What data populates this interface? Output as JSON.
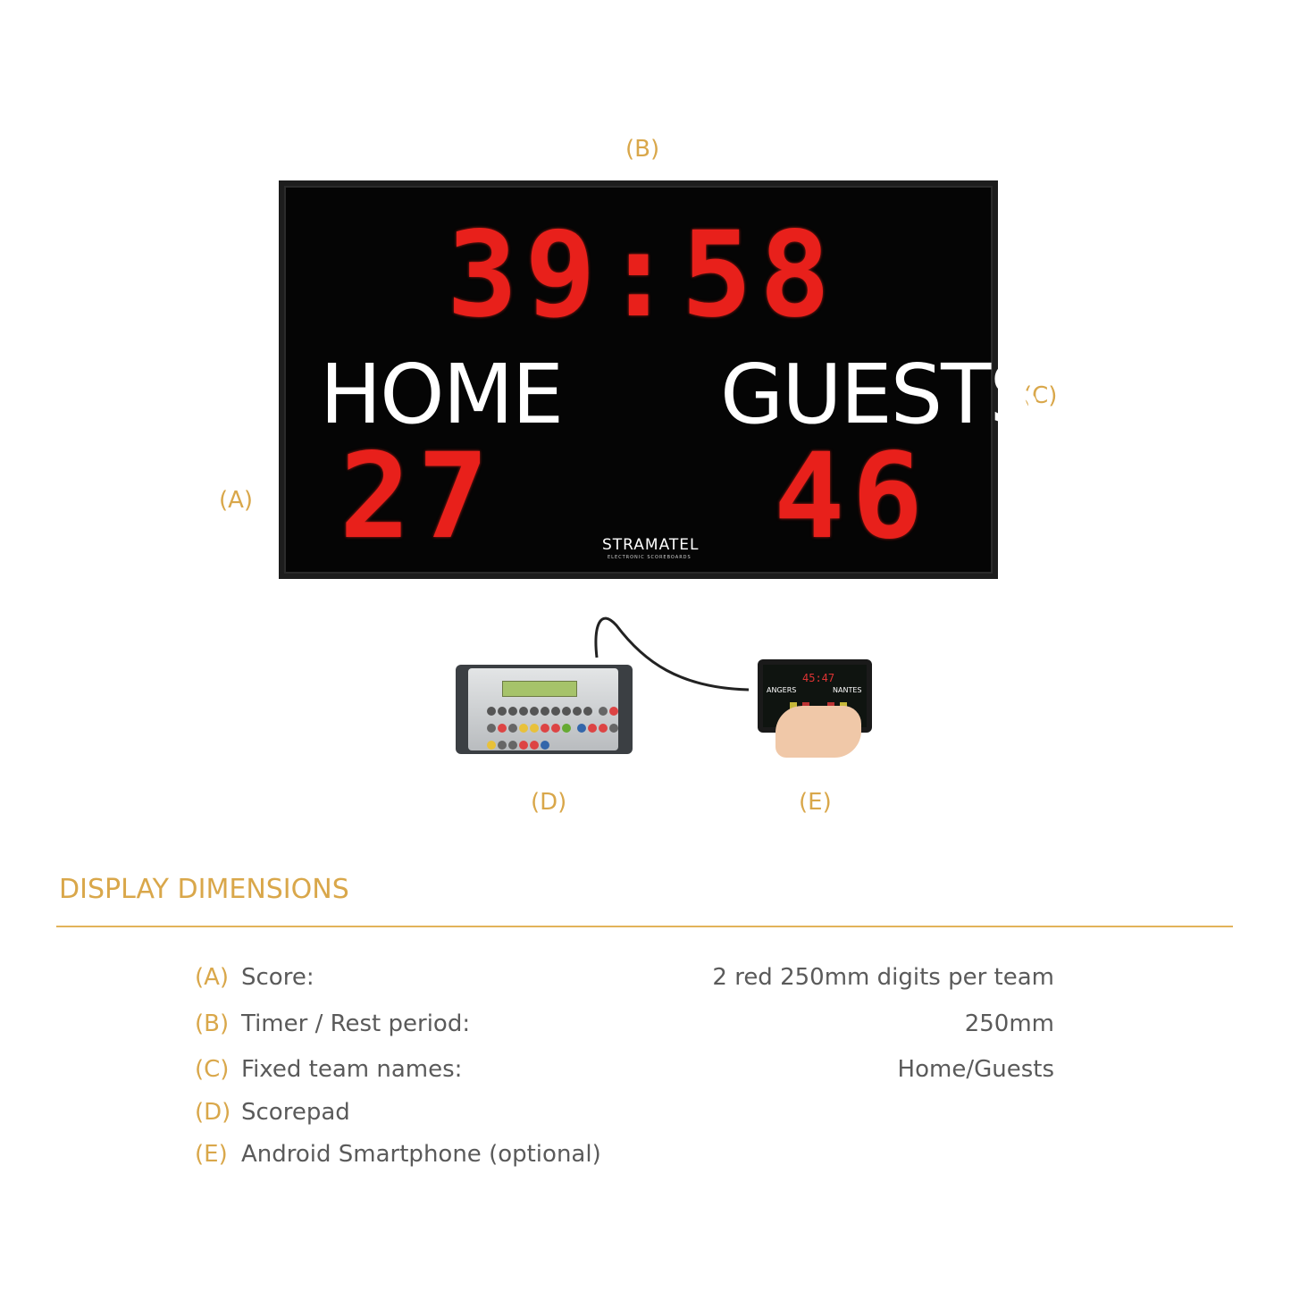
{
  "callouts": {
    "a": "(A)",
    "b": "(B)",
    "c": "(C)",
    "d": "(D)",
    "e": "(E)"
  },
  "scoreboard": {
    "timer": "39:58",
    "home_label": "HOME",
    "guests_label": "GUESTS",
    "home_score": "27",
    "guests_score": "46",
    "brand": "STRAMATEL",
    "brand_sub": "ELECTRONIC SCOREBOARDS"
  },
  "tablet": {
    "time": "45:47",
    "left_team": "ANGERS",
    "right_team": "NANTES"
  },
  "section": {
    "title": "DISPLAY DIMENSIONS"
  },
  "specs": [
    {
      "key": "(A)",
      "label": "Score:",
      "value": "2 red 250mm digits per team"
    },
    {
      "key": "(B)",
      "label": "Timer / Rest period:",
      "value": "250mm"
    },
    {
      "key": "(C)",
      "label": "Fixed team names:",
      "value": "Home/Guests"
    },
    {
      "key": "(D)",
      "label": "Scorepad",
      "value": ""
    },
    {
      "key": "(E)",
      "label": "Android Smartphone (optional)",
      "value": ""
    }
  ],
  "colors": {
    "accent": "#d9a74a",
    "led": "#e8201b",
    "board": "#050505"
  }
}
